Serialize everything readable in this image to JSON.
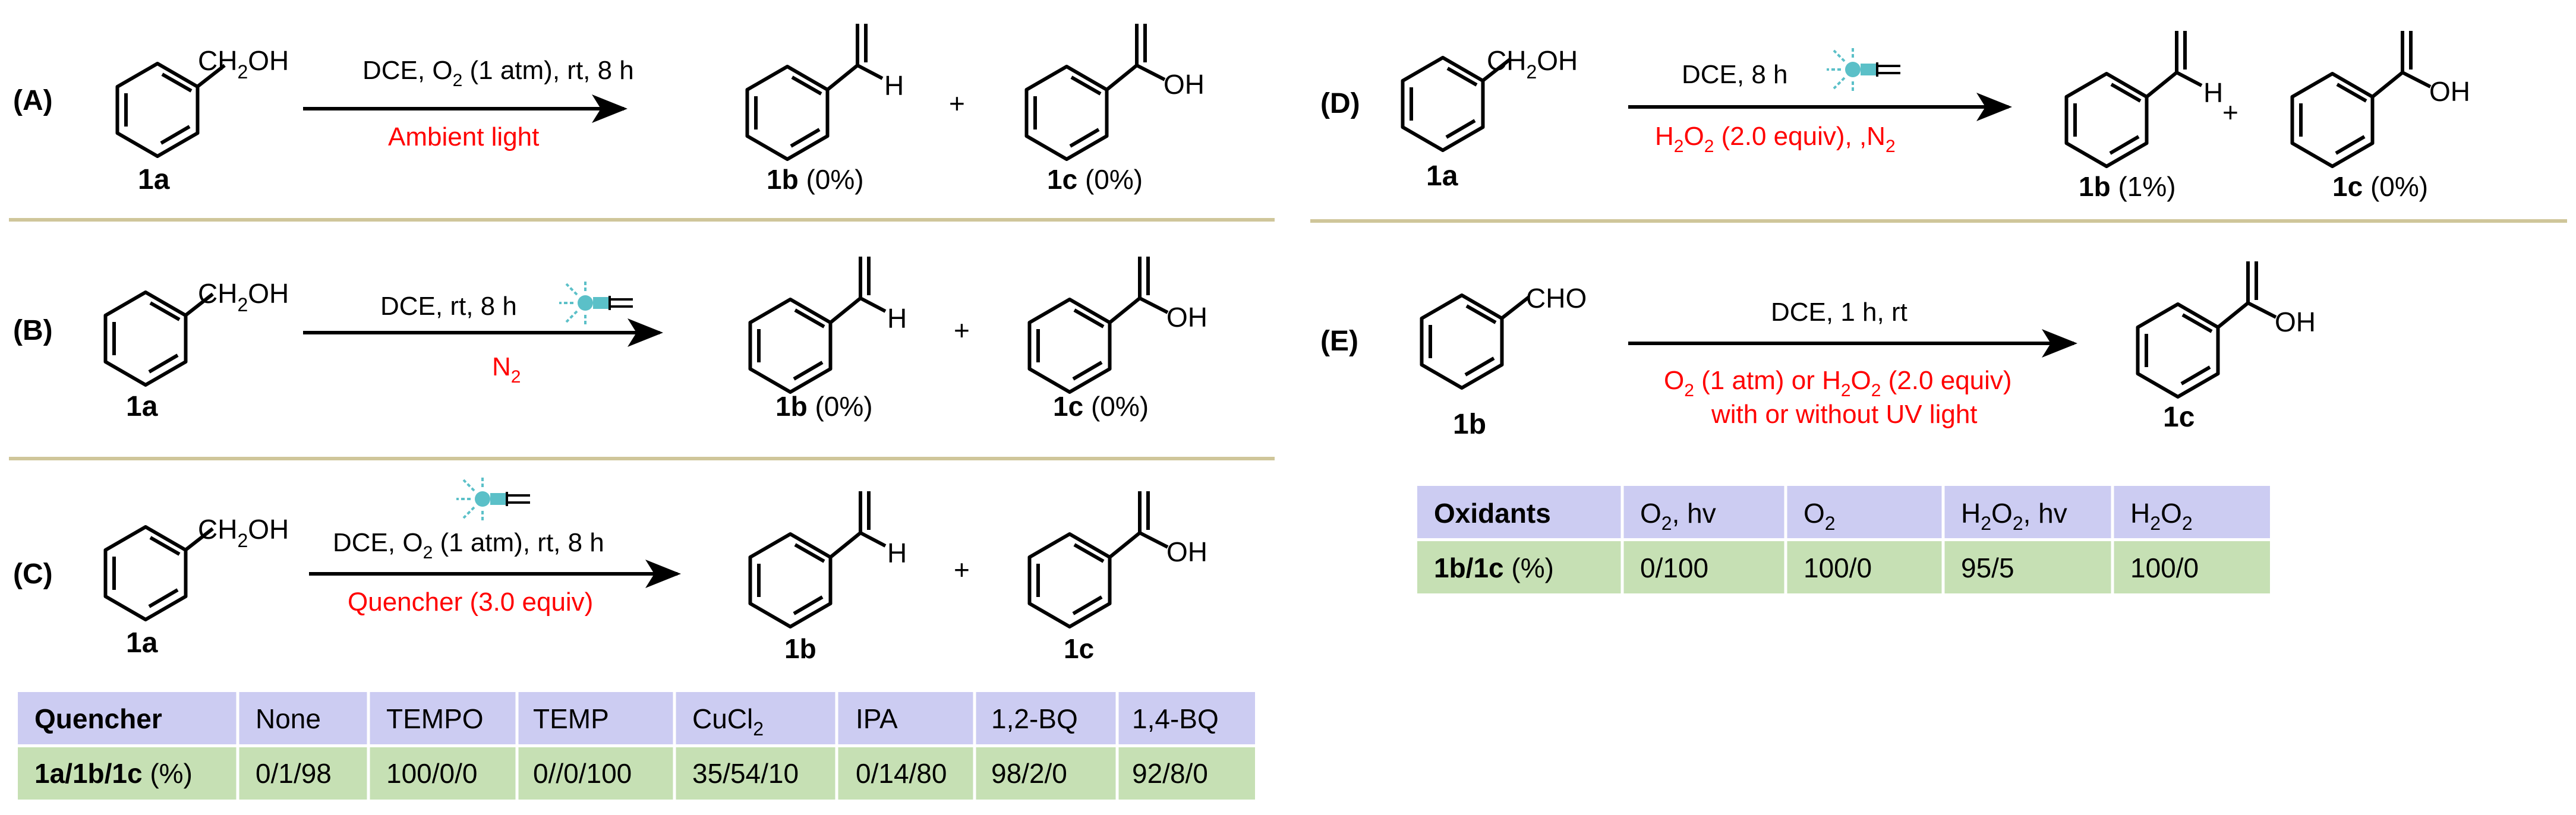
{
  "panels": {
    "A": {
      "label": "(A)",
      "reactant": "1a",
      "reactant_group": "CH",
      "reactant_group_sub": "2",
      "reactant_group_tail": "OH",
      "cond_top_a": "DCE, O",
      "cond_top_sub": "2",
      "cond_top_b": " (1 atm), rt, 8 h",
      "cond_bottom": "Ambient light",
      "p1_group": "H",
      "p1_label": "1b",
      "p1_yield": " (0%)",
      "plus": "+",
      "p2_group": "OH",
      "p2_label": "1c",
      "p2_yield": " (0%)"
    },
    "B": {
      "label": "(B)",
      "reactant": "1a",
      "reactant_group": "CH",
      "reactant_group_sub": "2",
      "reactant_group_tail": "OH",
      "cond_top": "DCE, rt, 8 h",
      "cond_bottom": "N",
      "cond_bottom_sub": "2",
      "p1_group": "H",
      "p1_label": "1b",
      "p1_yield": " (0%)",
      "plus": "+",
      "p2_group": "OH",
      "p2_label": "1c",
      "p2_yield": " (0%)"
    },
    "C": {
      "label": "(C)",
      "reactant": "1a",
      "reactant_group": "CH",
      "reactant_group_sub": "2",
      "reactant_group_tail": "OH",
      "cond_top_a": "DCE, O",
      "cond_top_sub": "2",
      "cond_top_b": " (1 atm), rt, 8 h",
      "cond_bottom": "Quencher (3.0 equiv)",
      "p1_group": "H",
      "p1_label": "1b",
      "plus": "+",
      "p2_group": "OH",
      "p2_label": "1c",
      "table": {
        "row1": [
          "Quencher",
          "None",
          "TEMPO",
          "TEMP",
          "CuCl2",
          "IPA",
          "1,2-BQ",
          "1,4-BQ"
        ],
        "row2_head_bold": "1a/1b/1c",
        "row2_head_rest": " (%)",
        "row2": [
          "0/1/98",
          "100/0/0",
          "0//0/100",
          "35/54/10",
          "0/14/80",
          "98/2/0",
          "92/8/0"
        ],
        "cucl_main": "CuCl",
        "cucl_sub": "2"
      }
    },
    "D": {
      "label": "(D)",
      "reactant": "1a",
      "reactant_group": "CH",
      "reactant_group_sub": "2",
      "reactant_group_tail": "OH",
      "cond_top": "DCE, 8 h",
      "cond_bottom_a": "H",
      "cond_bottom_sub1": "2",
      "cond_bottom_b": "O",
      "cond_bottom_sub2": "2",
      "cond_bottom_c": " (2.0 equiv), ,N",
      "cond_bottom_sub3": "2",
      "p1_group": "H",
      "p1_label": "1b",
      "p1_yield": " (1%)",
      "plus": "+",
      "p2_group": "OH",
      "p2_label": "1c",
      "p2_yield": " (0%)"
    },
    "E": {
      "label": "(E)",
      "reactant": "1b",
      "reactant_group": "CHO",
      "cond_top": "DCE, 1 h, rt",
      "cond_line1_a": "O",
      "cond_line1_sub1": "2",
      "cond_line1_b": " (1 atm) or H",
      "cond_line1_sub2": "2",
      "cond_line1_c": "O",
      "cond_line1_sub3": "2",
      "cond_line1_d": " (2.0 equiv)",
      "cond_line2": "with or without UV light",
      "p_group": "OH",
      "p_label": "1c",
      "table": {
        "head": "Oxidants",
        "col1_a": "O",
        "col1_sub": "2",
        "col1_b": ", hv",
        "col2_a": "O",
        "col2_sub": "2",
        "col3_a": "H",
        "col3_sub1": "2",
        "col3_b": "O",
        "col3_sub2": "2",
        "col3_c": ", hv",
        "col4_a": "H",
        "col4_sub1": "2",
        "col4_b": "O",
        "col4_sub2": "2",
        "row2_head_bold": "1b/1c",
        "row2_head_rest": " (%)",
        "row2": [
          "0/100",
          "100/0",
          "95/5",
          "100/0"
        ]
      }
    }
  },
  "colors": {
    "header_bg": "#ccccf2",
    "row_bg": "#c6e0b4",
    "divider": "#cfc69a",
    "red": "#ff0000",
    "lamp": "#5bc0c8"
  },
  "icons": [
    "benzene-ring-icon",
    "uv-lamp-icon",
    "reaction-arrow-icon"
  ]
}
